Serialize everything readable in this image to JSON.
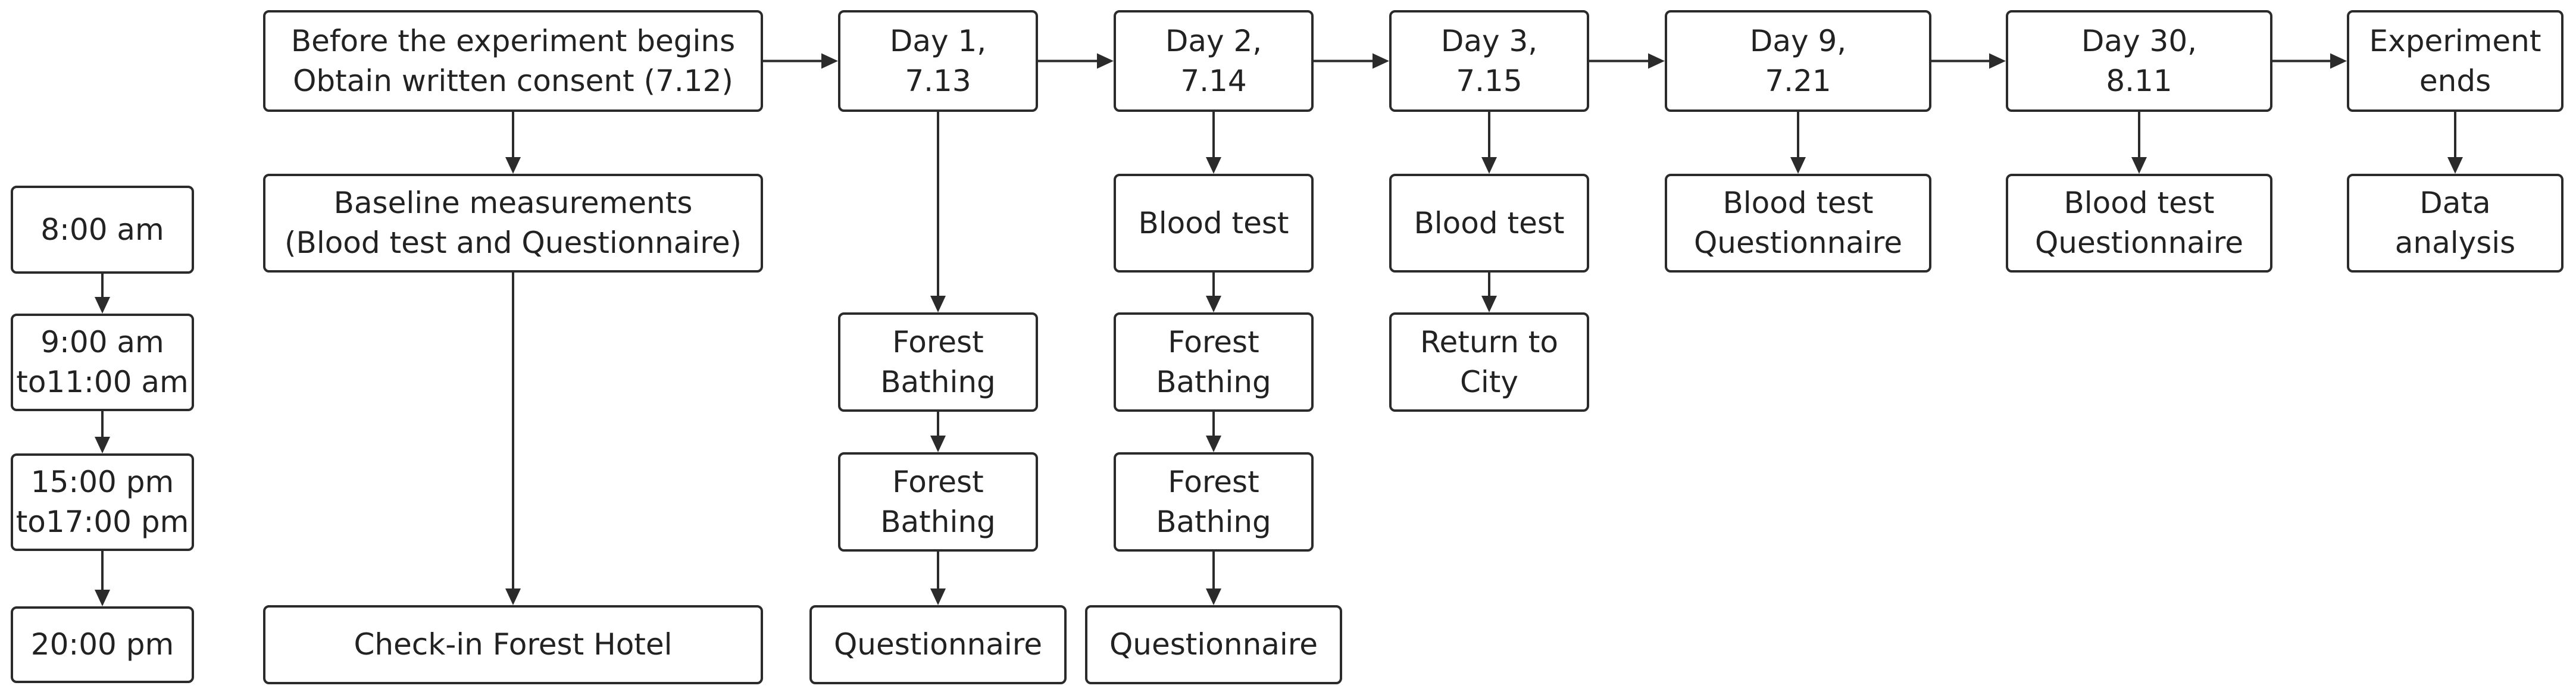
{
  "diagram": {
    "colors": {
      "stroke": "#2b2b2b",
      "text": "#222222",
      "fill": "#ffffff"
    },
    "nodes": {
      "time_1": {
        "lines": [
          "8:00 am"
        ]
      },
      "time_2": {
        "lines": [
          "9:00 am",
          "to11:00 am"
        ]
      },
      "time_3": {
        "lines": [
          "15:00 pm",
          "to17:00 pm"
        ]
      },
      "time_4": {
        "lines": [
          "20:00 pm"
        ]
      },
      "before": {
        "lines": [
          "Before the experiment begins",
          "Obtain written consent (7.12)"
        ]
      },
      "baseline": {
        "lines": [
          "Baseline measurements",
          "(Blood test and Questionnaire)"
        ]
      },
      "checkin": {
        "lines": [
          "Check-in Forest Hotel"
        ]
      },
      "day1": {
        "lines": [
          "Day 1,",
          "7.13"
        ]
      },
      "day1_forest_1": {
        "lines": [
          "Forest",
          "Bathing"
        ]
      },
      "day1_forest_2": {
        "lines": [
          "Forest",
          "Bathing"
        ]
      },
      "day1_questionnaire": {
        "lines": [
          "Questionnaire"
        ]
      },
      "day2": {
        "lines": [
          "Day 2,",
          "7.14"
        ]
      },
      "day2_blood": {
        "lines": [
          "Blood test"
        ]
      },
      "day2_forest_1": {
        "lines": [
          "Forest",
          "Bathing"
        ]
      },
      "day2_forest_2": {
        "lines": [
          "Forest",
          "Bathing"
        ]
      },
      "day2_questionnaire": {
        "lines": [
          "Questionnaire"
        ]
      },
      "day3": {
        "lines": [
          "Day 3,",
          "7.15"
        ]
      },
      "day3_blood": {
        "lines": [
          "Blood test"
        ]
      },
      "day3_return": {
        "lines": [
          "Return to",
          "City"
        ]
      },
      "day9": {
        "lines": [
          "Day 9,",
          "7.21"
        ]
      },
      "day9_tests": {
        "lines": [
          "Blood test",
          "Questionnaire"
        ]
      },
      "day30": {
        "lines": [
          "Day 30,",
          "8.11"
        ]
      },
      "day30_tests": {
        "lines": [
          "Blood test",
          "Questionnaire"
        ]
      },
      "end": {
        "lines": [
          "Experiment",
          "ends"
        ]
      },
      "analysis": {
        "lines": [
          "Data",
          "analysis"
        ]
      }
    },
    "edges": [
      {
        "from": "time_1",
        "to": "time_2"
      },
      {
        "from": "time_2",
        "to": "time_3"
      },
      {
        "from": "time_3",
        "to": "time_4"
      },
      {
        "from": "before",
        "to": "baseline"
      },
      {
        "from": "baseline",
        "to": "checkin"
      },
      {
        "from": "before",
        "to": "day1"
      },
      {
        "from": "day1",
        "to": "day2"
      },
      {
        "from": "day2",
        "to": "day3"
      },
      {
        "from": "day3",
        "to": "day9"
      },
      {
        "from": "day9",
        "to": "day30"
      },
      {
        "from": "day30",
        "to": "end"
      },
      {
        "from": "day1",
        "to": "day1_forest_1"
      },
      {
        "from": "day1_forest_1",
        "to": "day1_forest_2"
      },
      {
        "from": "day1_forest_2",
        "to": "day1_questionnaire"
      },
      {
        "from": "day2",
        "to": "day2_blood"
      },
      {
        "from": "day2_blood",
        "to": "day2_forest_1"
      },
      {
        "from": "day2_forest_1",
        "to": "day2_forest_2"
      },
      {
        "from": "day2_forest_2",
        "to": "day2_questionnaire"
      },
      {
        "from": "day3",
        "to": "day3_blood"
      },
      {
        "from": "day3_blood",
        "to": "day3_return"
      },
      {
        "from": "day9",
        "to": "day9_tests"
      },
      {
        "from": "day30",
        "to": "day30_tests"
      },
      {
        "from": "end",
        "to": "analysis"
      }
    ]
  }
}
